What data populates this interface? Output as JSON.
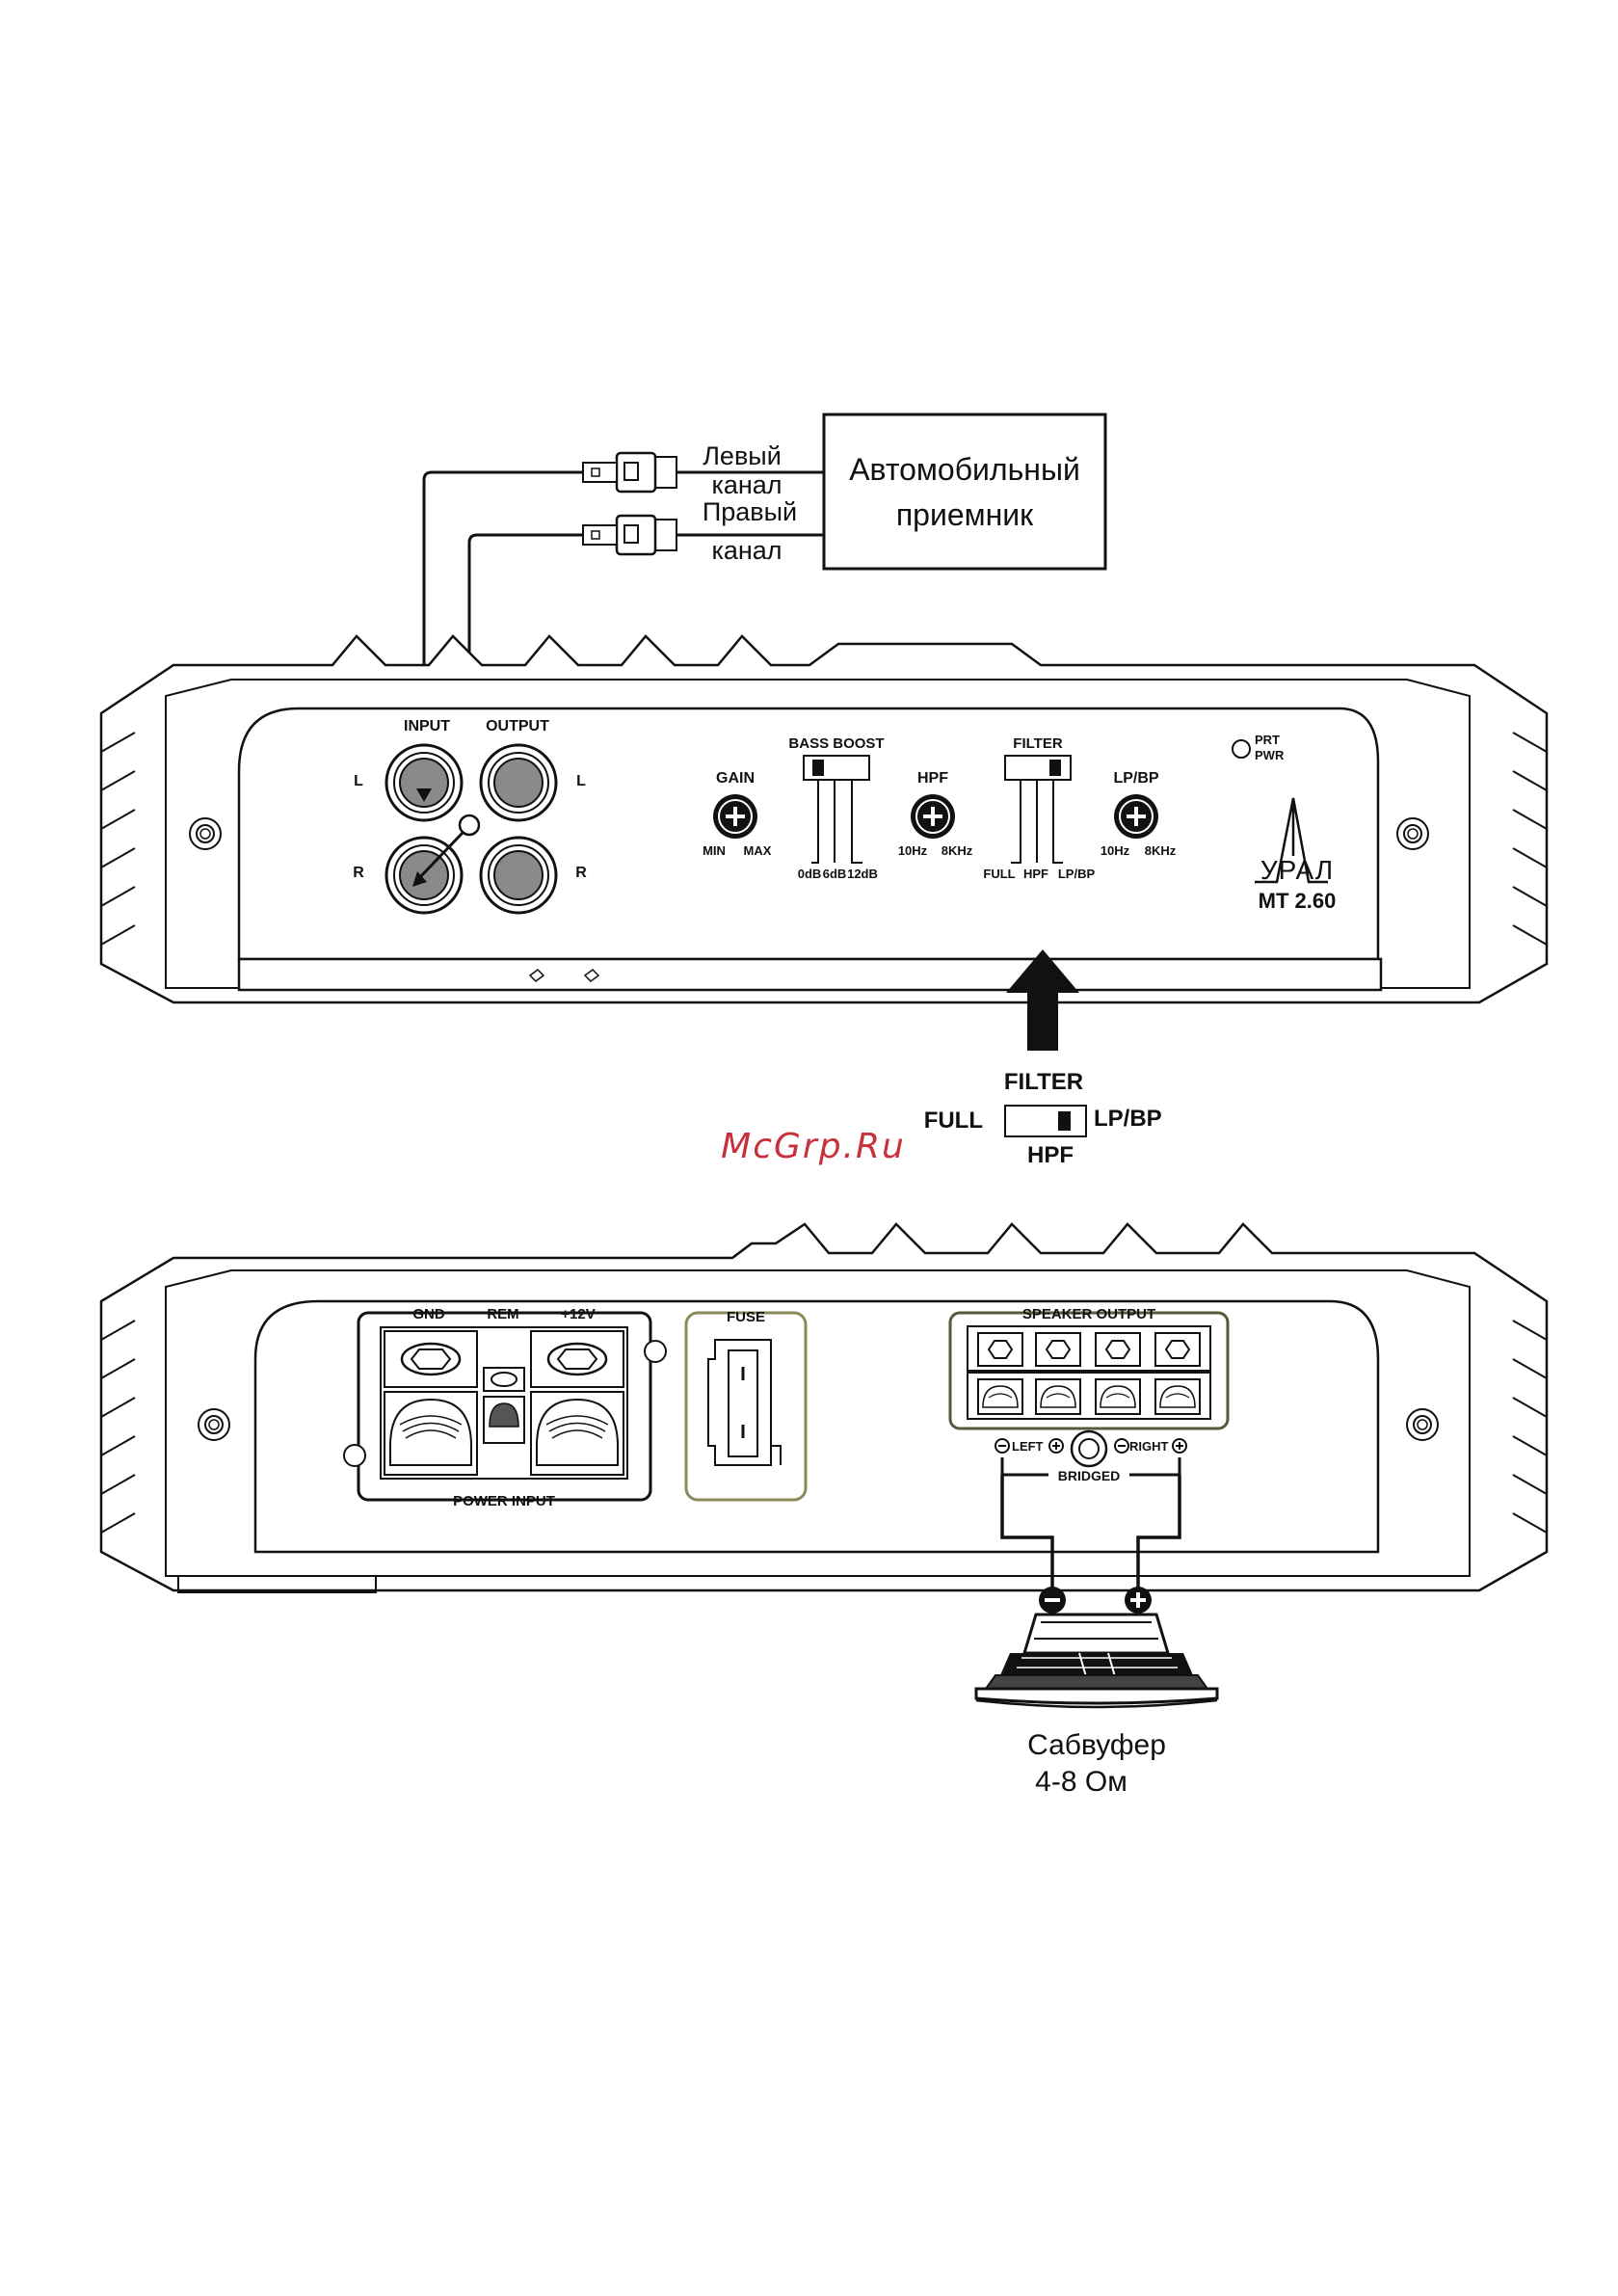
{
  "receiver": {
    "label_line1": "Автомобильный",
    "label_line2": "приемник",
    "left_channel_line1": "Левый",
    "left_channel_line2": "канал",
    "right_channel_line1": "Правый",
    "right_channel_line2": "канал"
  },
  "front_panel": {
    "input_label": "INPUT",
    "output_label": "OUTPUT",
    "side_L": "L",
    "side_R": "R",
    "gain": {
      "title": "GAIN",
      "min": "MIN",
      "max": "MAX"
    },
    "bass_boost": {
      "title": "BASS BOOST",
      "opt1": "0dB",
      "opt2": "6dB",
      "opt3": "12dB"
    },
    "hpf": {
      "title": "HPF",
      "low": "10Hz",
      "high": "8KHz"
    },
    "filter": {
      "title": "FILTER",
      "opt1": "FULL",
      "opt2": "HPF",
      "opt3": "LP/BP"
    },
    "lpbp": {
      "title": "LP/BP",
      "low": "10Hz",
      "high": "8KHz"
    },
    "led_prt": "PRT",
    "led_pwr": "PWR",
    "brand": "УРАЛ",
    "model": "MT 2.60"
  },
  "filter_callout": {
    "title": "FILTER",
    "left": "FULL",
    "right": "LP/BP",
    "bottom": "HPF"
  },
  "watermark": "McGrp.Ru",
  "rear_panel": {
    "gnd": "GND",
    "rem": "REM",
    "plus12v": "+12V",
    "power_input": "POWER INPUT",
    "fuse": "FUSE",
    "speaker_output": "SPEAKER OUTPUT",
    "left": "LEFT",
    "right": "RIGHT",
    "bridged": "BRIDGED"
  },
  "subwoofer": {
    "label_line1": "Сабвуфер",
    "label_line2": "4-8 Ом"
  },
  "colors": {
    "line": "#1a1a1a",
    "panel_fill": "#ffffff",
    "jack_fill": "#8a8a8a",
    "watermark": "#c8313b",
    "fuse_border": "#8a8a5a"
  }
}
